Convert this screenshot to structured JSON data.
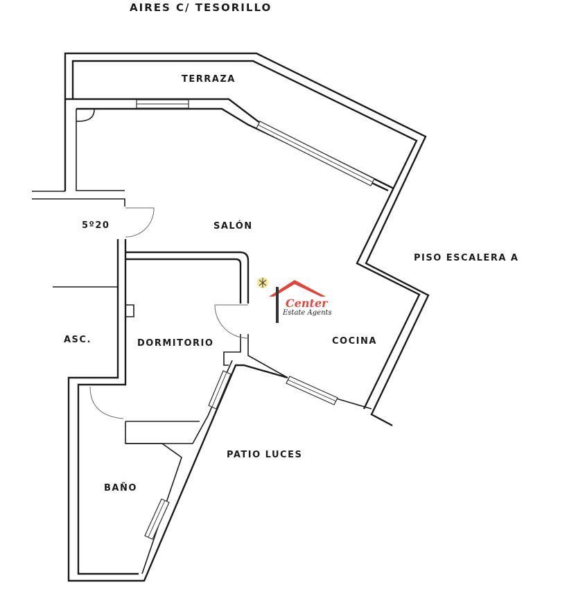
{
  "header": {
    "street": "AIRES C/ TESORILLO"
  },
  "rooms": {
    "terraza": "TERRAZA",
    "salon": "SALÓN",
    "dormitorio": "DORMITORIO",
    "cocina": "COCINA",
    "bano": "BAÑO"
  },
  "surroundings": {
    "unit": "5º20",
    "elevator": "ASC.",
    "neighbor": "PISO ESCALERA A",
    "light_well": "PATIO LUCES"
  },
  "watermark": {
    "brand": "Center",
    "tagline": "Estate Agents",
    "brand_color": "#e0463c"
  }
}
